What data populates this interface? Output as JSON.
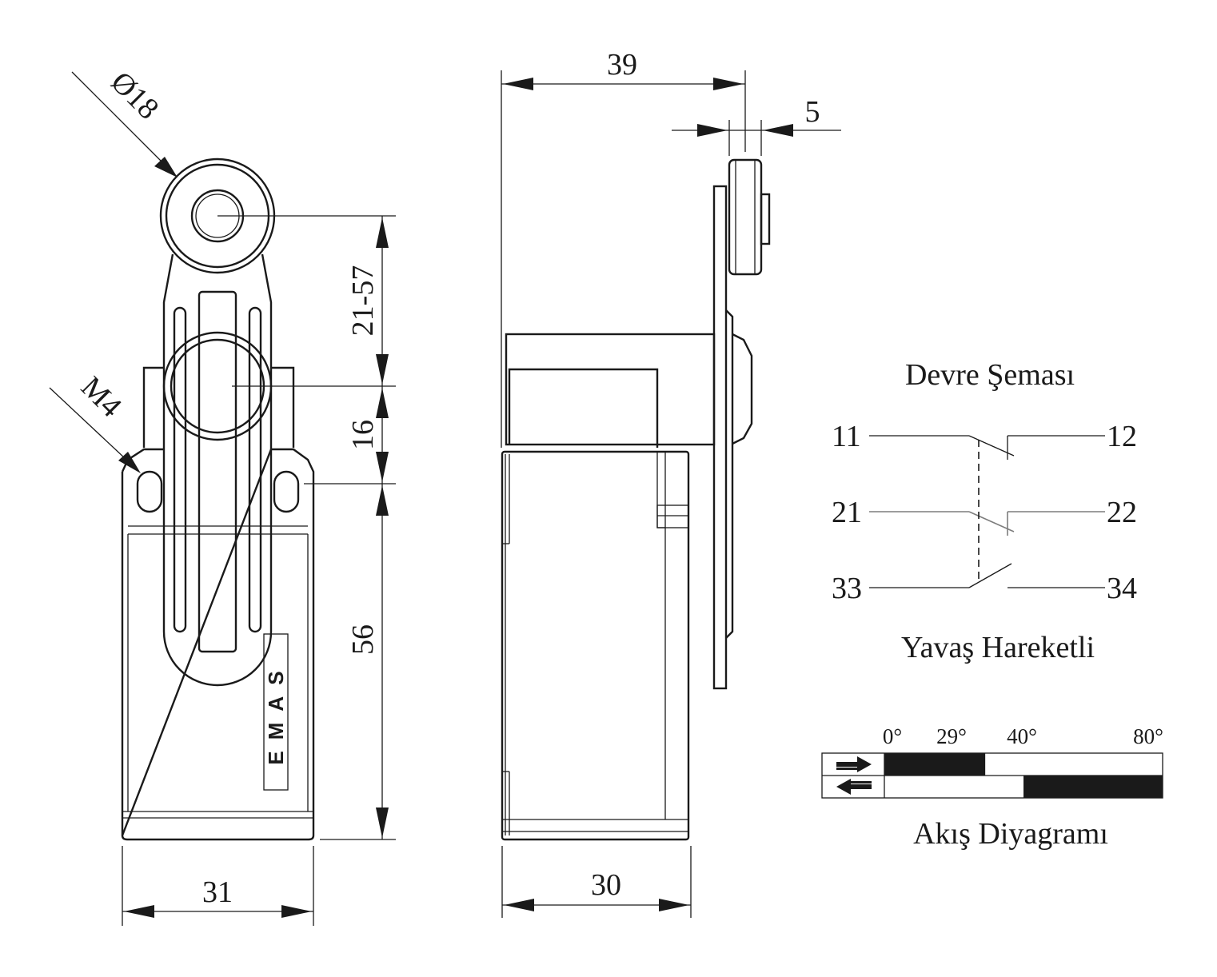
{
  "front_view": {
    "dim_roller_diameter": "Ø18",
    "dim_lever_range": "21-57",
    "dim_pivot_offset": "16",
    "dim_body_height": "56",
    "dim_body_width": "31",
    "dim_thread": "M4",
    "brand_mark": "EMAS"
  },
  "side_view": {
    "dim_total_depth": "39",
    "dim_roller_width": "5",
    "dim_body_depth": "30"
  },
  "circuit": {
    "title": "Devre Şeması",
    "subtitle": "Yavaş Hareketli",
    "terminals": [
      {
        "left": "11",
        "right": "12",
        "type": "NC"
      },
      {
        "left": "21",
        "right": "22",
        "type": "NC"
      },
      {
        "left": "33",
        "right": "34",
        "type": "NO"
      }
    ]
  },
  "flow_diagram": {
    "title": "Akış Diyagramı",
    "angle_labels": [
      "0°",
      "29°",
      "40°",
      "80°"
    ],
    "angle_scale": {
      "min": 0,
      "max": 80
    },
    "rows": [
      {
        "direction": "forward",
        "icon": "arrow-right-icon",
        "closed_from": 0,
        "closed_to": 29
      },
      {
        "direction": "return",
        "icon": "arrow-left-icon",
        "closed_from": 40,
        "closed_to": 80
      }
    ]
  }
}
